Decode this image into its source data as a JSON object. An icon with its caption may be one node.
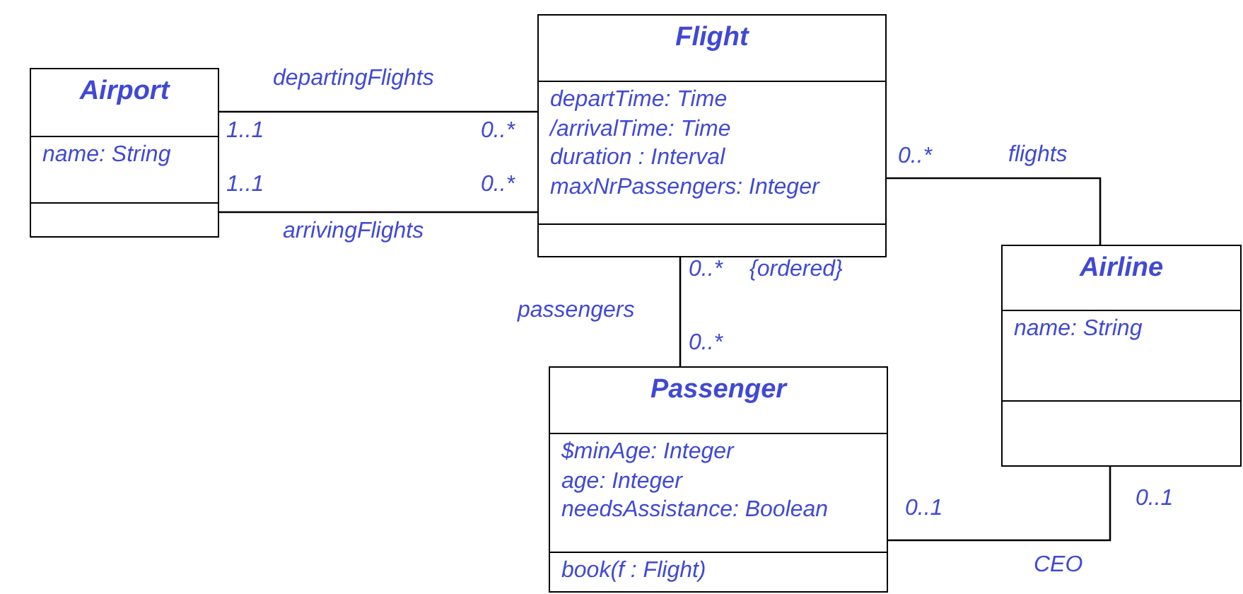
{
  "diagram": {
    "nodes": [
      {
        "text": [
          "Airport"
        ]
      },
      {
        "text": [
          "name: String"
        ],
        "in": 0
      },
      {
        "text": [],
        "shape": "box",
        "in": 0
      },
      {
        "text": [
          "Flight"
        ]
      },
      {
        "text": [
          "departTime: Time",
          "/arrivalTime: Time",
          "duration : Interval",
          "maxNrPassengers: Integer"
        ],
        "in": 3
      },
      {
        "text": [],
        "shape": "box",
        "in": 3
      },
      {
        "text": [
          "Airline"
        ]
      },
      {
        "text": [
          "name: String"
        ],
        "in": 6
      },
      {
        "text": [],
        "shape": "box",
        "in": 6
      },
      {
        "text": [
          "Passenger"
        ]
      },
      {
        "text": [
          "$minAge: Integer",
          "age: Integer",
          "needsAssistance: Boolean"
        ],
        "in": 9
      },
      {
        "text": [
          "book(f : Flight)"
        ],
        "in": 9
      }
    ],
    "edges": [
      {
        "from": 0,
        "to": 3,
        "arrow": "none",
        "label": "departingFlights"
      },
      {
        "from": 0,
        "to": 3,
        "arrow": "none",
        "label": "arrivingFlights"
      },
      {
        "from": 3,
        "to": 9,
        "arrow": "none",
        "label": "passengers"
      },
      {
        "from": 3,
        "to": 6,
        "arrow": "none",
        "label": "flights"
      },
      {
        "from": 9,
        "to": 6,
        "arrow": "none",
        "label": "CEO"
      }
    ],
    "labels": [
      "1..1",
      "0..*",
      "0..*",
      "1..1",
      "0..*",
      "0..*",
      "{ordered}",
      "0..*",
      "0..1",
      "0..1"
    ]
  }
}
